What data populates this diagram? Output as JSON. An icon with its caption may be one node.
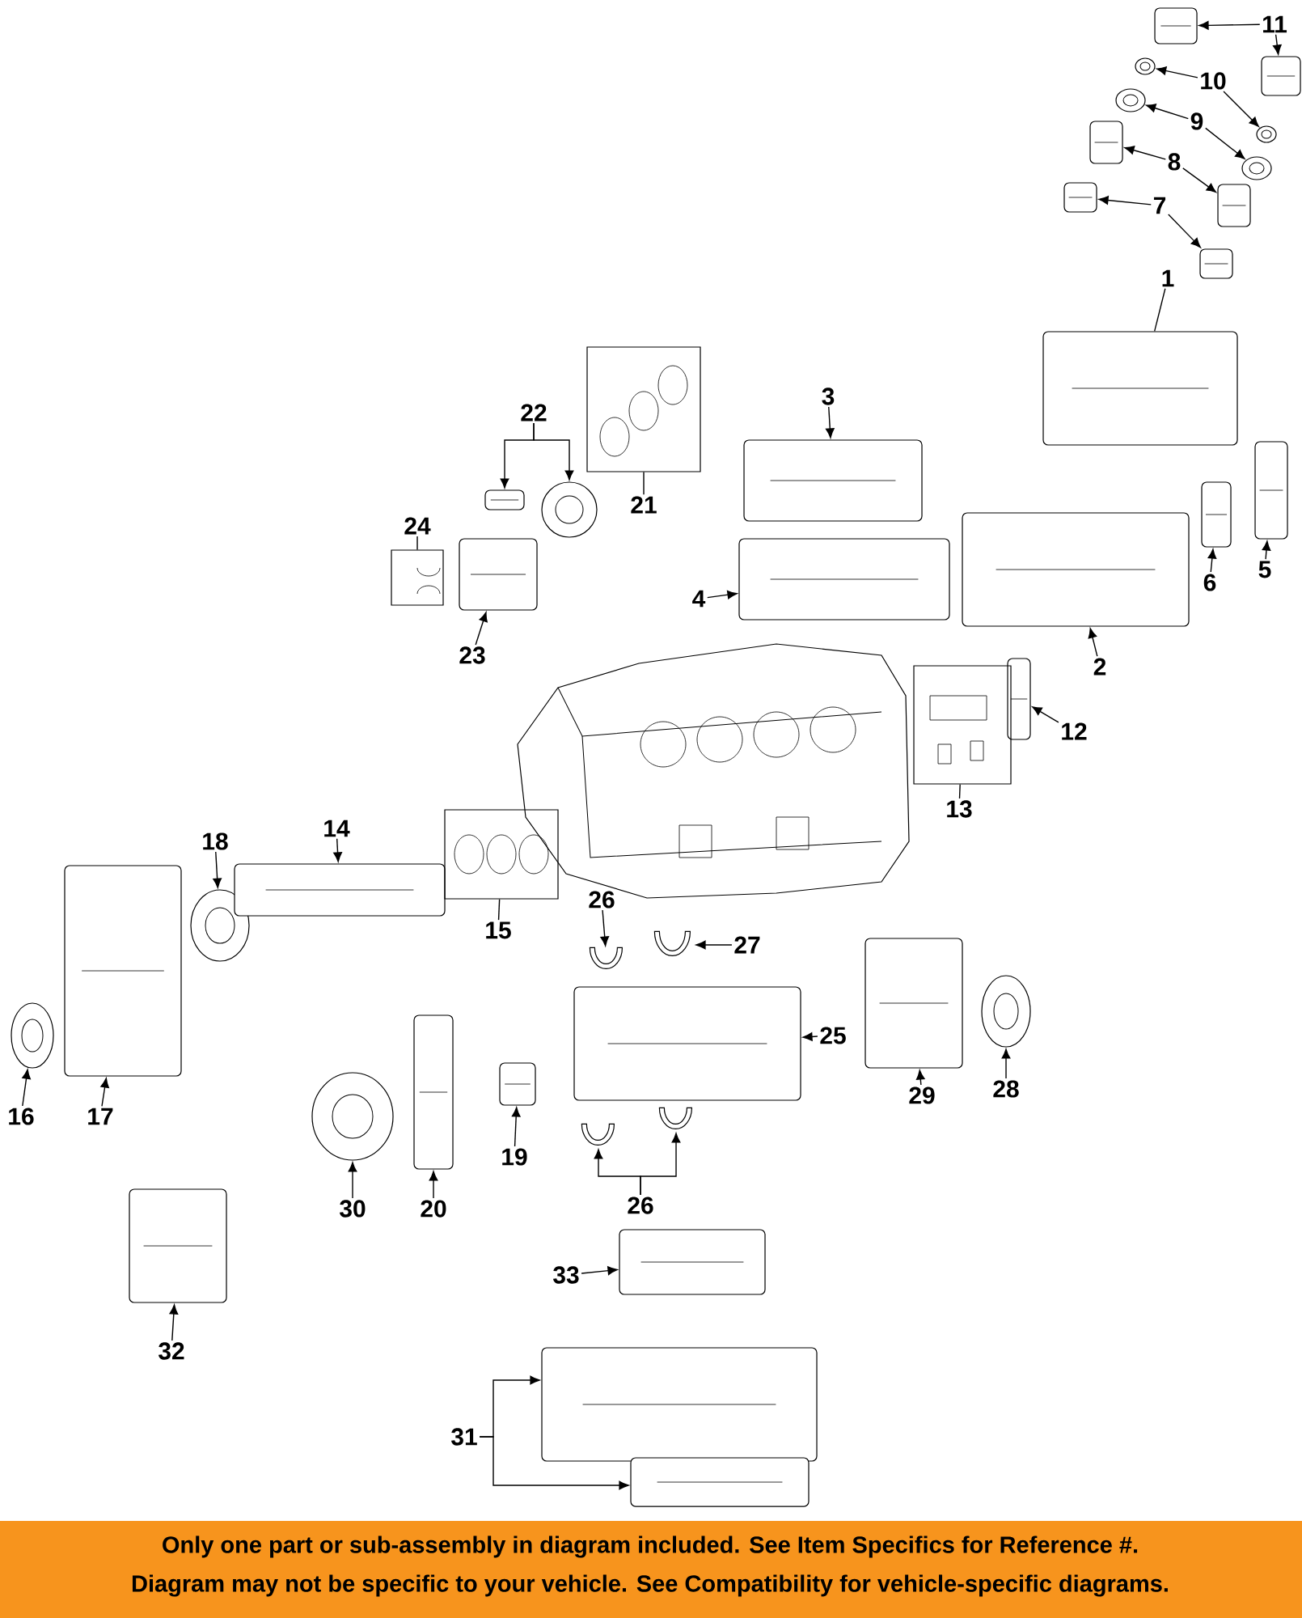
{
  "diagram": {
    "nodes": [
      {
        "text": [
          "11"
        ]
      },
      {
        "text": [],
        "shape": "picture"
      },
      {
        "text": [],
        "shape": "picture"
      },
      {
        "text": [
          "10"
        ]
      },
      {
        "text": [],
        "shape": "picture"
      },
      {
        "text": [],
        "shape": "picture"
      },
      {
        "text": [
          "9"
        ]
      },
      {
        "text": [],
        "shape": "picture"
      },
      {
        "text": [],
        "shape": "picture"
      },
      {
        "text": [
          "8"
        ]
      },
      {
        "text": [],
        "shape": "picture"
      },
      {
        "text": [],
        "shape": "picture"
      },
      {
        "text": [
          "7"
        ]
      },
      {
        "text": [],
        "shape": "picture"
      },
      {
        "text": [],
        "shape": "picture"
      },
      {
        "text": [
          "1"
        ]
      },
      {
        "text": [],
        "shape": "picture"
      },
      {
        "text": [
          "22"
        ]
      },
      {
        "text": [],
        "shape": "picture"
      },
      {
        "text": [],
        "shape": "picture"
      },
      {
        "text": [],
        "shape": "box"
      },
      {
        "text": [
          "21"
        ]
      },
      {
        "text": [
          "3"
        ]
      },
      {
        "text": [],
        "shape": "picture"
      },
      {
        "text": [
          "24"
        ]
      },
      {
        "text": [],
        "shape": "box"
      },
      {
        "text": [
          "5"
        ]
      },
      {
        "text": [],
        "shape": "picture"
      },
      {
        "text": [
          "6"
        ]
      },
      {
        "text": [],
        "shape": "picture"
      },
      {
        "text": [
          "4"
        ]
      },
      {
        "text": [],
        "shape": "picture"
      },
      {
        "text": [
          "2"
        ]
      },
      {
        "text": [],
        "shape": "picture"
      },
      {
        "text": [
          "23"
        ]
      },
      {
        "text": [],
        "shape": "picture"
      },
      {
        "text": [
          "12"
        ]
      },
      {
        "text": [],
        "shape": "picture"
      },
      {
        "text": [],
        "shape": "box"
      },
      {
        "text": [
          "13"
        ]
      },
      {
        "text": [
          "18"
        ]
      },
      {
        "text": [],
        "shape": "picture"
      },
      {
        "text": [
          "14"
        ]
      },
      {
        "text": [],
        "shape": "picture"
      },
      {
        "text": [],
        "shape": "box"
      },
      {
        "text": [
          "15"
        ]
      },
      {
        "text": [
          "26"
        ]
      },
      {
        "text": [],
        "shape": "picture"
      },
      {
        "text": [
          "27"
        ]
      },
      {
        "text": [],
        "shape": "picture"
      },
      {
        "text": [],
        "shape": "picture"
      },
      {
        "text": [
          "25"
        ]
      },
      {
        "text": [],
        "shape": "picture"
      },
      {
        "text": [
          "16"
        ]
      },
      {
        "text": [],
        "shape": "picture"
      },
      {
        "text": [
          "17"
        ]
      },
      {
        "text": [],
        "shape": "picture"
      },
      {
        "text": [
          "29"
        ]
      },
      {
        "text": [],
        "shape": "picture"
      },
      {
        "text": [
          "28"
        ]
      },
      {
        "text": [],
        "shape": "picture"
      },
      {
        "text": [
          "19"
        ]
      },
      {
        "text": [],
        "shape": "picture"
      },
      {
        "text": [
          "30"
        ]
      },
      {
        "text": [],
        "shape": "picture"
      },
      {
        "text": [
          "20"
        ]
      },
      {
        "text": [],
        "shape": "picture"
      },
      {
        "text": [],
        "shape": "picture"
      },
      {
        "text": [
          "26"
        ]
      },
      {
        "text": [],
        "shape": "picture"
      },
      {
        "text": [
          "33"
        ]
      },
      {
        "text": [],
        "shape": "picture"
      },
      {
        "text": [
          "32"
        ]
      },
      {
        "text": [],
        "shape": "picture"
      },
      {
        "text": [],
        "shape": "picture"
      },
      {
        "text": [
          "31"
        ]
      }
    ],
    "edges": [
      {
        "from": 0,
        "to": 1,
        "arrow": "to"
      },
      {
        "from": 0,
        "to": 2,
        "arrow": "to"
      },
      {
        "from": 3,
        "to": 4,
        "arrow": "to"
      },
      {
        "from": 3,
        "to": 5,
        "arrow": "to"
      },
      {
        "from": 6,
        "to": 7,
        "arrow": "to"
      },
      {
        "from": 6,
        "to": 8,
        "arrow": "to"
      },
      {
        "from": 9,
        "to": 10,
        "arrow": "to"
      },
      {
        "from": 9,
        "to": 11,
        "arrow": "to"
      },
      {
        "from": 12,
        "to": 13,
        "arrow": "to"
      },
      {
        "from": 12,
        "to": 14,
        "arrow": "to"
      },
      {
        "from": 15,
        "to": 16,
        "arrow": "none"
      },
      {
        "from": 17,
        "to": 18,
        "arrow": "to"
      },
      {
        "from": 17,
        "to": 19,
        "arrow": "to"
      },
      {
        "from": 21,
        "to": 20,
        "arrow": "none"
      },
      {
        "from": 22,
        "to": 23,
        "arrow": "to"
      },
      {
        "from": 24,
        "to": 25,
        "arrow": "none"
      },
      {
        "from": 26,
        "to": 27,
        "arrow": "to"
      },
      {
        "from": 28,
        "to": 29,
        "arrow": "to"
      },
      {
        "from": 30,
        "to": 31,
        "arrow": "to"
      },
      {
        "from": 32,
        "to": 33,
        "arrow": "to"
      },
      {
        "from": 34,
        "to": 35,
        "arrow": "to"
      },
      {
        "from": 36,
        "to": 37,
        "arrow": "to"
      },
      {
        "from": 39,
        "to": 38,
        "arrow": "none"
      },
      {
        "from": 40,
        "to": 41,
        "arrow": "to"
      },
      {
        "from": 42,
        "to": 43,
        "arrow": "to"
      },
      {
        "from": 45,
        "to": 44,
        "arrow": "none"
      },
      {
        "from": 46,
        "to": 47,
        "arrow": "to"
      },
      {
        "from": 48,
        "to": 49,
        "arrow": "to"
      },
      {
        "from": 51,
        "to": 50,
        "arrow": "to"
      },
      {
        "from": 53,
        "to": 52,
        "arrow": "to"
      },
      {
        "from": 55,
        "to": 54,
        "arrow": "to"
      },
      {
        "from": 57,
        "to": 56,
        "arrow": "to"
      },
      {
        "from": 59,
        "to": 58,
        "arrow": "to"
      },
      {
        "from": 61,
        "to": 60,
        "arrow": "to"
      },
      {
        "from": 63,
        "to": 62,
        "arrow": "to"
      },
      {
        "from": 65,
        "to": 64,
        "arrow": "to"
      },
      {
        "from": 68,
        "to": 66,
        "arrow": "to"
      },
      {
        "from": 68,
        "to": 67,
        "arrow": "to"
      },
      {
        "from": 70,
        "to": 69,
        "arrow": "to"
      },
      {
        "from": 72,
        "to": 71,
        "arrow": "to"
      },
      {
        "from": 75,
        "to": 73,
        "arrow": "to"
      },
      {
        "from": 75,
        "to": 74,
        "arrow": "to"
      }
    ],
    "labels": [
      "Only one part or sub-assembly in diagram included. See Item Specifics for Reference #.",
      "Diagram may not be specific to your vehicle. See Compatibility for vehicle-specific diagrams."
    ]
  }
}
